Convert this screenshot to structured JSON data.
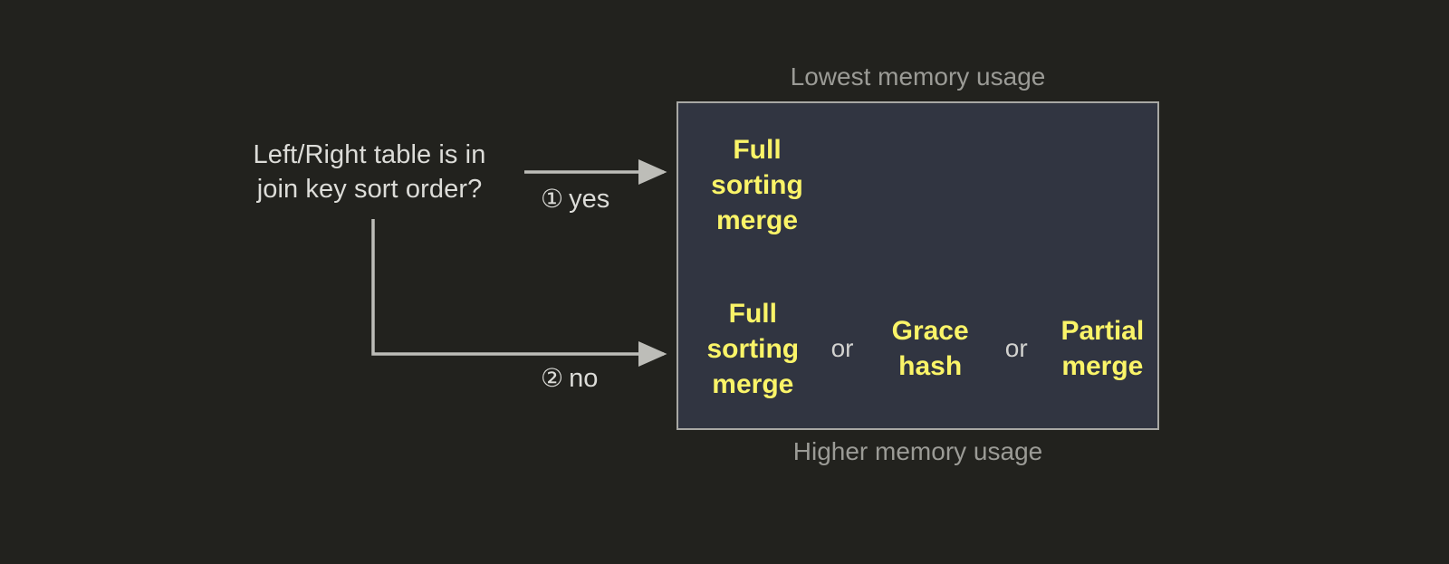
{
  "decision": {
    "question": "Left/Right table is in\njoin key sort order?"
  },
  "branches": [
    {
      "marker": "①",
      "label": "yes"
    },
    {
      "marker": "②",
      "label": "no"
    }
  ],
  "captions": {
    "top": "Lowest memory usage",
    "bottom": "Higher memory usage"
  },
  "panel": {
    "rows": [
      {
        "options": [
          {
            "text": "Full\nsorting\nmerge"
          }
        ],
        "separators": []
      },
      {
        "options": [
          {
            "text": "Full\nsorting\nmerge"
          },
          {
            "text": "Grace\nhash"
          },
          {
            "text": "Partial\nmerge"
          }
        ],
        "separators": [
          {
            "text": "or"
          },
          {
            "text": "or"
          }
        ]
      }
    ]
  },
  "colors": {
    "page_background": "#22221e",
    "panel_background": "#313541",
    "panel_border": "#a8a8a4",
    "option_text": "#faf468",
    "body_text": "#dcdcd8",
    "caption_text": "#9b9b96",
    "connector": "#bdbdb8"
  }
}
